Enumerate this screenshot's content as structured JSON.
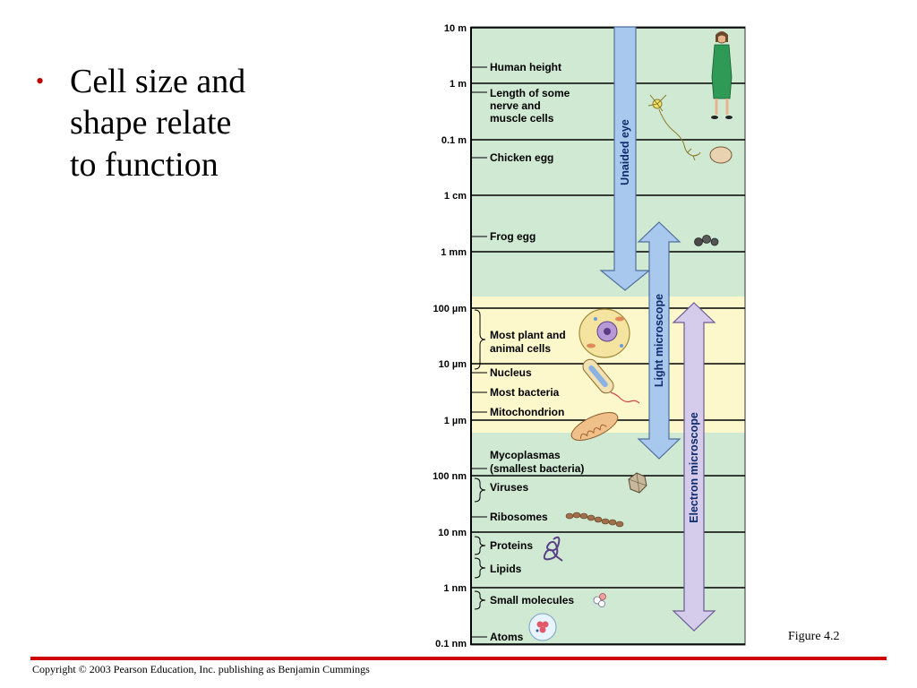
{
  "slide": {
    "bullet_lines": [
      "Cell size and",
      "shape relate",
      "to function"
    ],
    "figure_label": "Figure 4.2",
    "copyright": "Copyright © 2003 Pearson Education, Inc. publishing as Benjamin Cummings"
  },
  "figure": {
    "scale_labels": [
      "10 m",
      "1 m",
      "0.1 m",
      "1 cm",
      "1 mm",
      "100 µm",
      "10 µm",
      "1 µm",
      "100 nm",
      "10 nm",
      "1 nm",
      "0.1 nm"
    ],
    "items": {
      "human_height": "Human height",
      "nerve_1": "Length of some",
      "nerve_2": "nerve and",
      "nerve_3": "muscle cells",
      "chicken_egg": "Chicken egg",
      "frog_egg": "Frog egg",
      "cells_1": "Most plant and",
      "cells_2": "animal cells",
      "nucleus": "Nucleus",
      "bacteria": "Most bacteria",
      "mitochondrion": "Mitochondrion",
      "myco_1": "Mycoplasmas",
      "myco_2": "(smallest bacteria)",
      "viruses": "Viruses",
      "ribosomes": "Ribosomes",
      "proteins": "Proteins",
      "lipids": "Lipids",
      "small_molecules": "Small molecules",
      "atoms": "Atoms"
    },
    "arrows": {
      "unaided_eye": "Unaided eye",
      "light_microscope": "Light microscope",
      "electron_microscope": "Electron microscope"
    },
    "colors": {
      "panel_green": "#cfe9d3",
      "cell_band": "#fdf8cc",
      "arrow_blue": "#a9c8ee",
      "arrow_purple": "#d5cbea",
      "rule_red": "#d00000"
    }
  }
}
